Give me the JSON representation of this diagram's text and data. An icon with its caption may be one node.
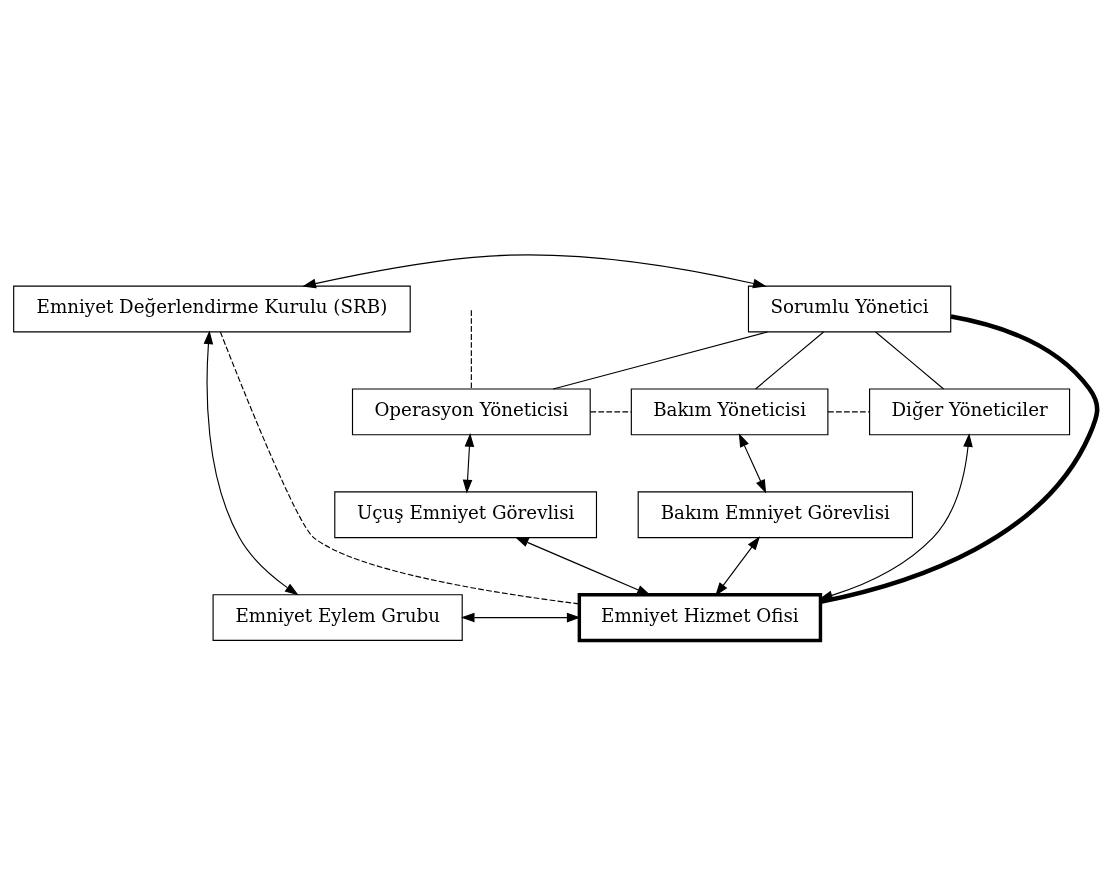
{
  "diagram": {
    "nodes": [
      {
        "text": [
          "Emniyet Değerlendirme Kurulu (SRB)"
        ]
      },
      {
        "text": [
          "Sorumlu Yönetici"
        ]
      },
      {
        "text": [
          "Operasyon Yöneticisi"
        ]
      },
      {
        "text": [
          "Bakım Yöneticisi"
        ]
      },
      {
        "text": [
          "Diğer Yöneticiler"
        ]
      },
      {
        "text": [
          "Uçuş Emniyet Görevlisi"
        ]
      },
      {
        "text": [
          "Bakım Emniyet Görevlisi"
        ]
      },
      {
        "text": [
          "Emniyet Eylem Grubu"
        ]
      },
      {
        "text": [
          "Emniyet Hizmet Ofisi"
        ]
      }
    ],
    "edges": [
      {
        "from": 0,
        "to": 1,
        "arrow": "both"
      },
      {
        "from": 1,
        "to": 2,
        "arrow": "none"
      },
      {
        "from": 1,
        "to": 3,
        "arrow": "none"
      },
      {
        "from": 1,
        "to": 4,
        "arrow": "none"
      },
      {
        "from": 0,
        "to": 7,
        "arrow": "both"
      },
      {
        "from": null,
        "to": 2,
        "arrow": "none",
        "style": "dashed"
      },
      {
        "from": 2,
        "to": 3,
        "arrow": "none",
        "style": "dashed"
      },
      {
        "from": 3,
        "to": 4,
        "arrow": "none",
        "style": "dashed"
      },
      {
        "from": 0,
        "to": 8,
        "arrow": "none",
        "style": "dashed"
      },
      {
        "from": 1,
        "to": 8,
        "arrow": "none",
        "style": "thick"
      },
      {
        "from": 2,
        "to": 5,
        "arrow": "both"
      },
      {
        "from": 3,
        "to": 6,
        "arrow": "both"
      },
      {
        "from": 8,
        "to": 5,
        "arrow": "both"
      },
      {
        "from": 8,
        "to": 6,
        "arrow": "both"
      },
      {
        "from": 7,
        "to": 8,
        "arrow": "both"
      },
      {
        "from": 8,
        "to": 4,
        "arrow": "both"
      }
    ]
  }
}
